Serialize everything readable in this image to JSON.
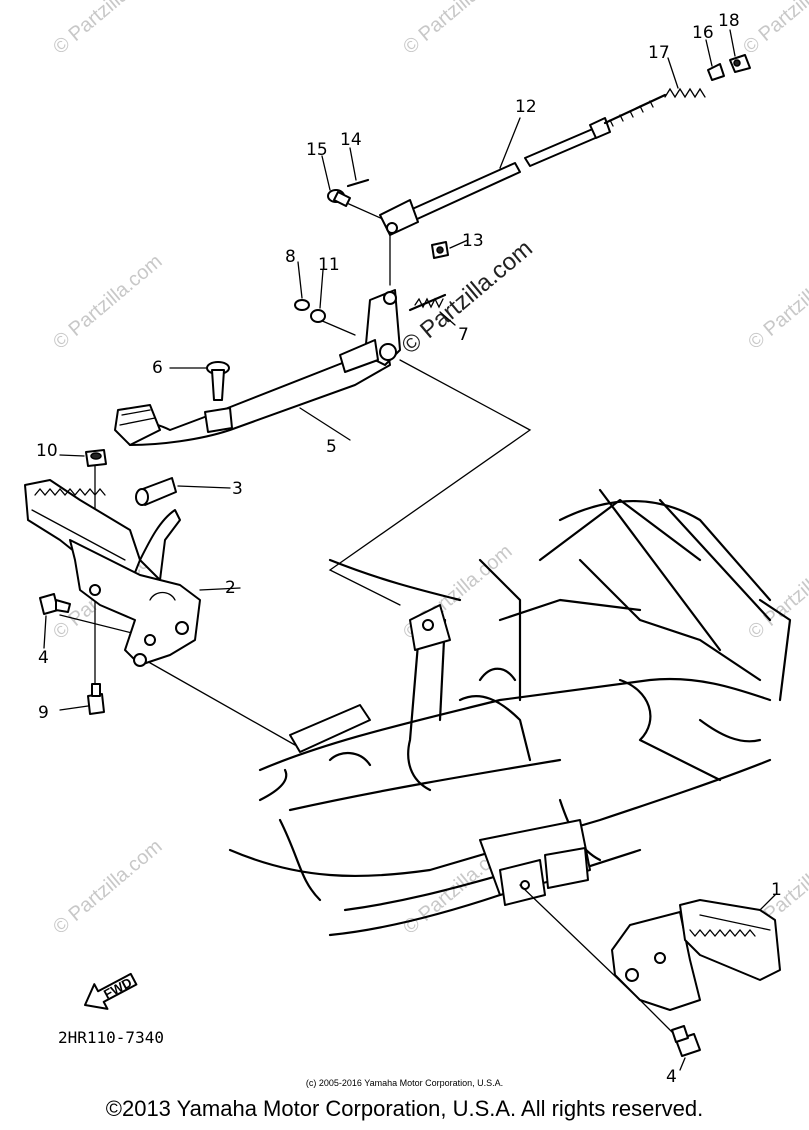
{
  "diagram": {
    "part_code": "2HR110-7340",
    "direction_label": "FWD",
    "copyright_small": "(c) 2005-2016 Yamaha Motor Corporation, U.S.A.",
    "copyright_main": "©2013 Yamaha Motor Corporation, U.S.A. All rights reserved.",
    "watermark_text": "© Partzilla.com",
    "callouts": [
      "1",
      "2",
      "3",
      "4",
      "5",
      "6",
      "7",
      "8",
      "9",
      "10",
      "11",
      "12",
      "13",
      "14",
      "15",
      "16",
      "17",
      "18",
      "4"
    ]
  }
}
